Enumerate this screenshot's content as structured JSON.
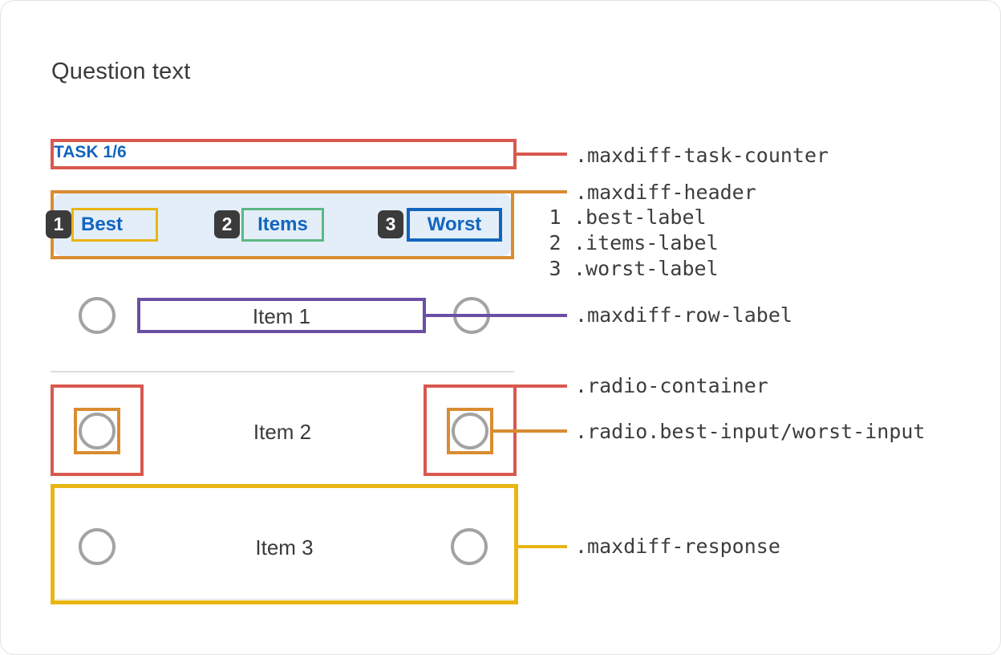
{
  "page": {
    "title": "Question text"
  },
  "task": {
    "text": "TASK 1/6",
    "annotation": ".maxdiff-task-counter"
  },
  "header": {
    "annotation": ".maxdiff-header",
    "columns": [
      {
        "num": "1",
        "label": "Best",
        "annotation": ".best-label"
      },
      {
        "num": "2",
        "label": "Items",
        "annotation": ".items-label"
      },
      {
        "num": "3",
        "label": "Worst",
        "annotation": ".worst-label"
      }
    ]
  },
  "rows": [
    {
      "label": "Item 1"
    },
    {
      "label": "Item 2"
    },
    {
      "label": "Item 3"
    }
  ],
  "annotations": {
    "row_label": ".maxdiff-row-label",
    "radio_container": ".radio-container",
    "radio_input": ".radio.best-input/worst-input",
    "response": ".maxdiff-response"
  },
  "colors": {
    "red": "#d9584f",
    "orange": "#d98c32",
    "gold": "#e9b512",
    "purple": "#6b4fa4",
    "green": "#5cb885",
    "blue": "#1265bd",
    "header_bg": "#e3eef8",
    "badge_bg": "#3b3b3b",
    "radio_gray": "#a3a3a3",
    "text_dark": "#3a3a3a",
    "annotation_text": "#3d3d3d",
    "divider": "#dcdcdc"
  }
}
